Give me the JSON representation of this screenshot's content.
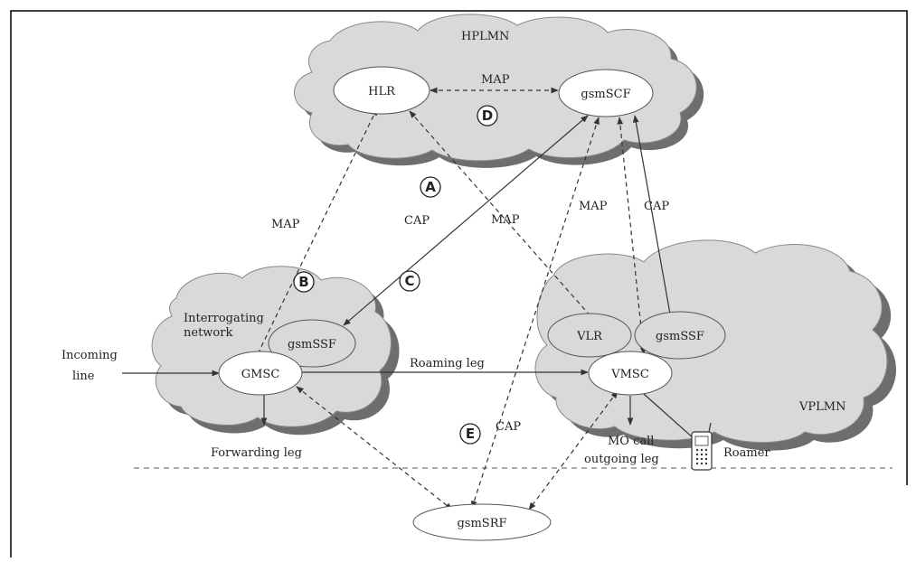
{
  "clouds": {
    "hplmn": "HPLMN",
    "vplmn": "VPLMN",
    "interrogating_line1": "Interrogating",
    "interrogating_line2": "network"
  },
  "nodes": {
    "hlr": "HLR",
    "gsmscf": "gsmSCF",
    "gmsc": "GMSC",
    "gsmssf_left": "gsmSSF",
    "vlr": "VLR",
    "gsmssf_right": "gsmSSF",
    "vmsc": "VMSC",
    "gsmsrf": "gsmSRF"
  },
  "markers": {
    "a": "A",
    "b": "B",
    "c": "C",
    "d": "D",
    "e": "E"
  },
  "edge_labels": {
    "map_top": "MAP",
    "map_left": "MAP",
    "cap_left": "CAP",
    "map_center": "MAP",
    "map_right": "MAP",
    "cap_right": "CAP",
    "cap_bottom": "CAP",
    "roaming_leg": "Roaming leg",
    "incoming_line1": "Incoming",
    "incoming_line2": "line",
    "forwarding_leg": "Forwarding leg",
    "mo_call_line1": "MO call",
    "mo_call_line2": "outgoing leg",
    "roamer": "Roamer"
  },
  "colors": {
    "cloud_fill": "#d9d9d9",
    "cloud_shadow": "#6e6e6e",
    "node_fill": "#ffffff",
    "line": "#333333",
    "frame": "#000000"
  }
}
